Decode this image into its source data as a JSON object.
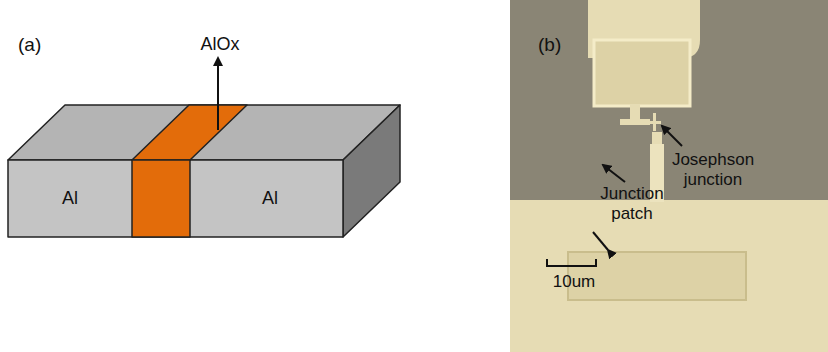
{
  "diagram": {
    "labels": [
      "(a)",
      "AlOx",
      "Al",
      "Al",
      "(b)",
      "Junction patch",
      "Josephson junction",
      "10um"
    ]
  }
}
